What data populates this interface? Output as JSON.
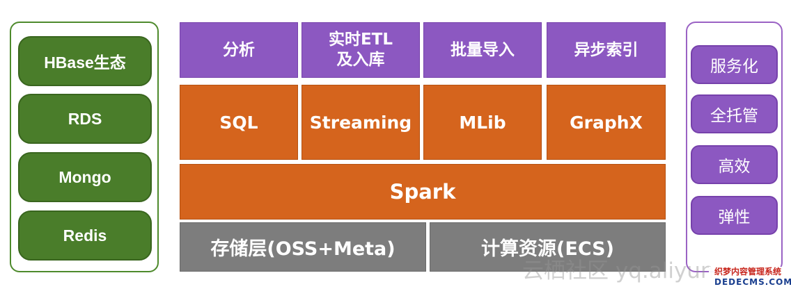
{
  "data_sources": {
    "items": [
      {
        "label": "HBase生态"
      },
      {
        "label": "RDS"
      },
      {
        "label": "Mongo"
      },
      {
        "label": "Redis"
      }
    ]
  },
  "applications": {
    "items": [
      {
        "label": "分析"
      },
      {
        "line1": "实时ETL",
        "line2": "及入库"
      },
      {
        "label": "批量导入"
      },
      {
        "label": "异步索引"
      }
    ]
  },
  "components": {
    "items": [
      {
        "label": "SQL"
      },
      {
        "label": "Streaming"
      },
      {
        "label": "MLib"
      },
      {
        "label": "GraphX"
      }
    ]
  },
  "engine": {
    "label": "Spark"
  },
  "infrastructure": {
    "storage": "存储层(OSS+Meta)",
    "compute": "计算资源(ECS)"
  },
  "features": {
    "items": [
      {
        "label": "服务化"
      },
      {
        "label": "全托管"
      },
      {
        "label": "高效"
      },
      {
        "label": "弹性"
      }
    ]
  },
  "watermark": {
    "text": "云栖社区 yq.aliyun",
    "badge_line1": "织梦内容管理系统",
    "badge_line2": "DEDECMS.COM"
  },
  "colors": {
    "green": "#4a7d2a",
    "purple": "#8c58c1",
    "orange": "#d5641d",
    "gray": "#7d7d7d"
  }
}
